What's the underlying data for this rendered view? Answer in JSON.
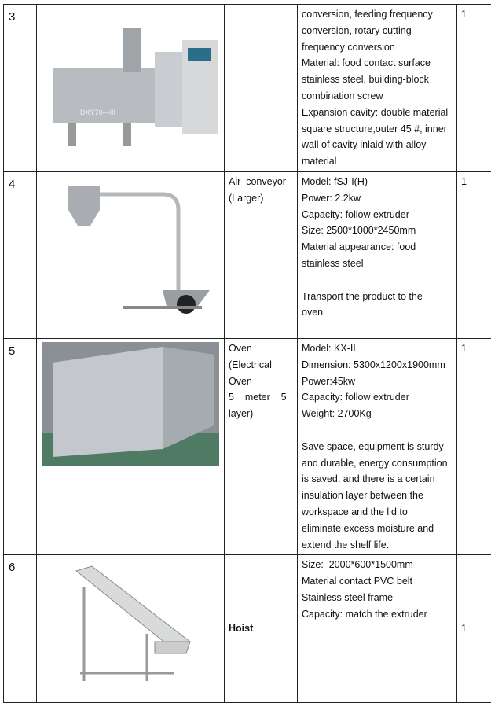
{
  "rows": [
    {
      "no": "3",
      "name": [],
      "spec": [
        "conversion, feeding frequency",
        "conversion, rotary cutting",
        "frequency conversion",
        "Material: food contact surface",
        "stainless steel, building-block",
        "combination screw",
        "Expansion cavity: double material",
        "square structure,outer 45 #, inner",
        "wall of cavity inlaid with alloy",
        "material"
      ],
      "qty": "1",
      "image_label": "DXY70—III"
    },
    {
      "no": "4",
      "name": [
        "Air  conveyor",
        "(Larger)"
      ],
      "spec": [
        "Model: fSJ-I(H)",
        "Power: 2.2kw",
        "Capacity: follow extruder",
        "Size: 2500*1000*2450mm",
        "Material appearance: food",
        "stainless steel",
        " ",
        "Transport the product to the",
        "oven"
      ],
      "qty": "1"
    },
    {
      "no": "5",
      "name": [
        "Oven",
        "(Electrical",
        "Oven",
        "5    meter    5",
        "layer)"
      ],
      "spec": [
        "Model: KX-II",
        "Dimension: 5300x1200x1900mm",
        "Power:45kw",
        "Capacity: follow extruder",
        "Weight: 2700Kg",
        " ",
        "Save space, equipment is sturdy",
        "and durable, energy consumption",
        "is saved, and there is a certain",
        "insulation layer between the",
        "workspace and the lid to",
        "eliminate excess moisture and",
        "extend the shelf life."
      ],
      "qty": "1"
    },
    {
      "no": "6",
      "name": [
        "Hoist"
      ],
      "spec": [
        "Size:  2000*600*1500mm",
        "Material contact PVC belt",
        "Stainless steel frame",
        "Capacity: match the extruder"
      ],
      "qty": "1"
    }
  ]
}
